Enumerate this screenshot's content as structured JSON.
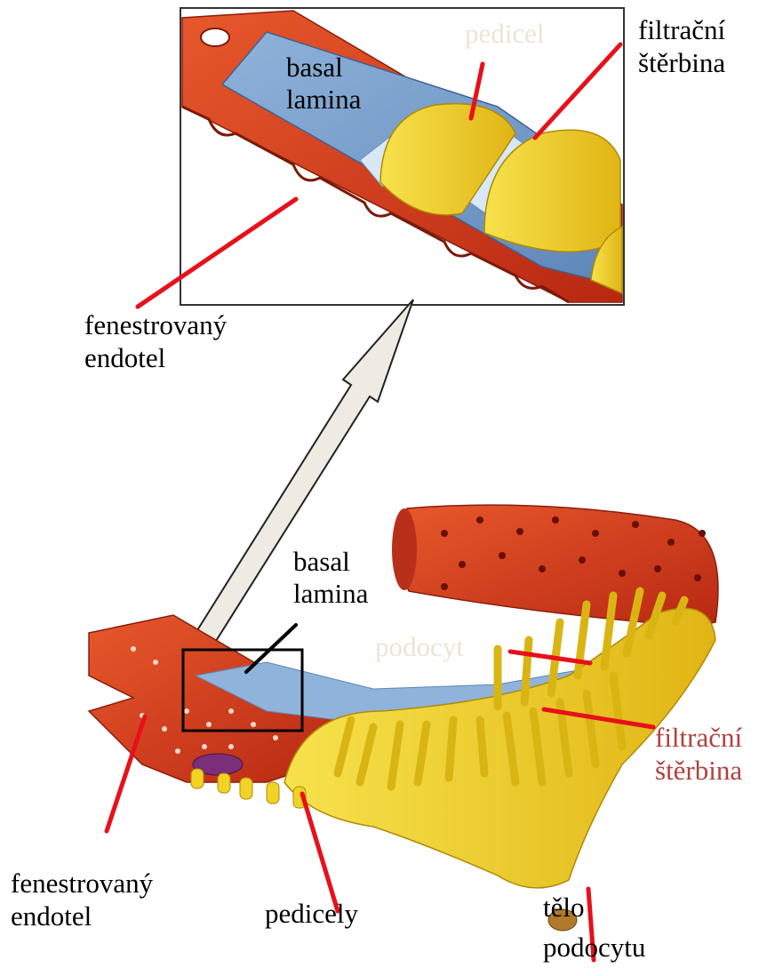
{
  "colors": {
    "endothelium": "#cf3a1e",
    "endothelium_dark": "#9e2410",
    "basal_lamina": "#7ea4cf",
    "slit_membrane": "#cfe3f5",
    "podocyte": "#f2d225",
    "podocyte_dark": "#c9a70e",
    "pointer_red": "#e8101a",
    "pointer_black": "#000000",
    "arrow_fill": "#efebe2",
    "label_black": "#000000",
    "label_pale": "#ece4d4",
    "label_dark_red": "#b0413e"
  },
  "icons": {
    "zoom_arrow": "zoom-arrow-icon",
    "zoom_frame": "zoom-frame-icon"
  },
  "inset": {
    "basal_lamina": [
      "basal",
      "lamina"
    ],
    "pedicel": "pedicel",
    "filtration_slit": [
      "filtrační",
      "štěrbina"
    ],
    "fenestrated_endothelium": [
      "fenestrovaný",
      "endotel"
    ]
  },
  "overview": {
    "basal_lamina": [
      "basal",
      "lamina"
    ],
    "podocyte": "podocyt",
    "filtration_slit": [
      "filtrační",
      "štěrbina"
    ],
    "fenestrated_endothelium": [
      "fenestrovaný",
      "endotel"
    ],
    "pedicels": "pedicely",
    "podocyte_body": [
      "tělo",
      "podocytu"
    ]
  }
}
